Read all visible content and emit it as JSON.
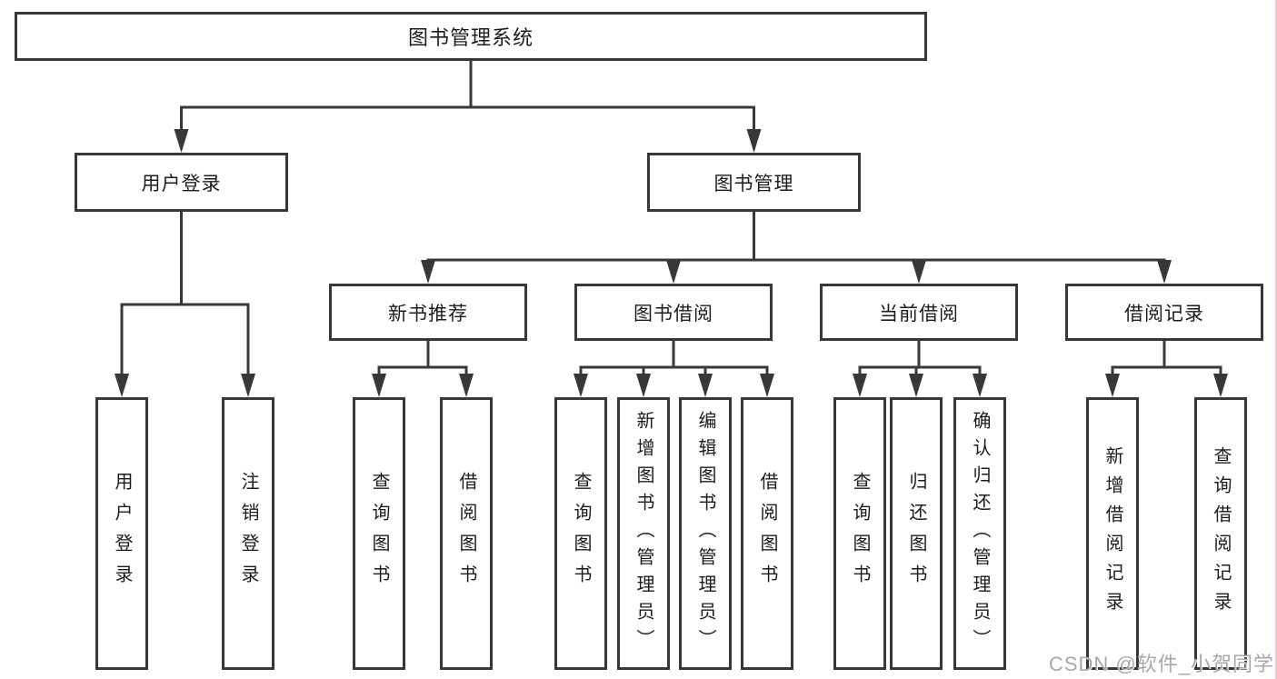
{
  "tree": {
    "id": "root",
    "label": "图书管理系统",
    "children": [
      {
        "id": "login",
        "label": "用户登录",
        "children": [
          {
            "id": "login-user",
            "label": "用户登录"
          },
          {
            "id": "login-logout",
            "label": "注销登录"
          }
        ]
      },
      {
        "id": "mgmt",
        "label": "图书管理",
        "children": [
          {
            "id": "recommend",
            "label": "新书推荐",
            "children": [
              {
                "id": "rec-query",
                "label": "查询图书"
              },
              {
                "id": "rec-borrow",
                "label": "借阅图书"
              }
            ]
          },
          {
            "id": "borrow",
            "label": "图书借阅",
            "children": [
              {
                "id": "bor-query",
                "label": "查询图书"
              },
              {
                "id": "bor-add",
                "label": "新增图书（管理员）"
              },
              {
                "id": "bor-edit",
                "label": "编辑图书（管理员）"
              },
              {
                "id": "bor-borrow",
                "label": "借阅图书"
              }
            ]
          },
          {
            "id": "current",
            "label": "当前借阅",
            "children": [
              {
                "id": "cur-query",
                "label": "查询图书"
              },
              {
                "id": "cur-return",
                "label": "归还图书"
              },
              {
                "id": "cur-confirm",
                "label": "确认归还（管理员）"
              }
            ]
          },
          {
            "id": "records",
            "label": "借阅记录",
            "children": [
              {
                "id": "rec2-add",
                "label": "新增借阅记录"
              },
              {
                "id": "rec2-query",
                "label": "查询借阅记录"
              }
            ]
          }
        ]
      }
    ]
  },
  "watermark": {
    "text": "CSDN @软件_小贺同学"
  },
  "colors": {
    "line": "#383838",
    "box_border": "#383838",
    "text": "#1c1c1c",
    "watermark": "#a8a8a8",
    "background": "#ffffff",
    "right_edge_tint": "#ee9696"
  }
}
